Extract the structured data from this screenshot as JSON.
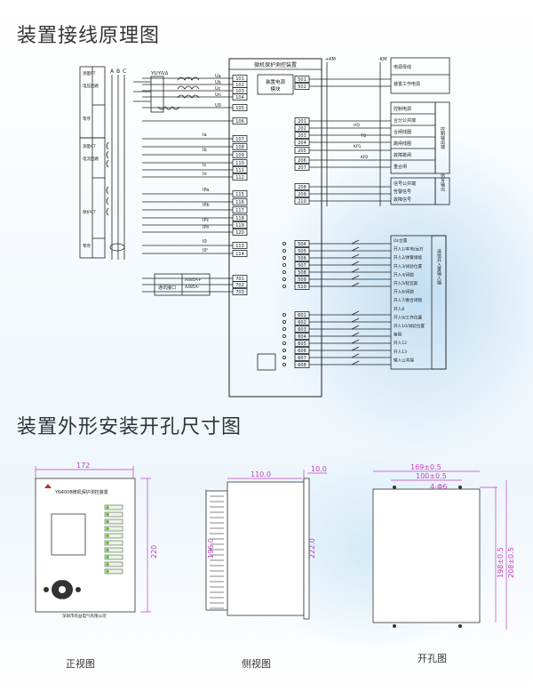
{
  "titles": {
    "wiring": "装置接线原理图",
    "mounting": "装置外形安装开孔尺寸图"
  },
  "wiring": {
    "phases": [
      "A",
      "B",
      "C"
    ],
    "vt_label": "Y0/Y0/Δ",
    "pt_group": [
      "电压回路",
      "测量PT",
      "零序"
    ],
    "ct_group": [
      "电流回路",
      "测量CT",
      "保护CT",
      "零序"
    ],
    "device_title": "微机保护测控装置",
    "power_module": "装置电源模块",
    "comm_port": "通讯接口",
    "rs485": [
      "A485A+",
      "A485A-"
    ],
    "terminals_left": [
      "101",
      "102",
      "103",
      "104",
      "105",
      "106",
      "107",
      "108",
      "109",
      "110",
      "111",
      "112",
      "115",
      "116",
      "117",
      "118",
      "119",
      "120",
      "113",
      "114",
      "701",
      "702",
      "703"
    ],
    "voltage_labels": [
      "Ua",
      "Ub",
      "Uc",
      "Un",
      "U0"
    ],
    "current_labels": [
      "Ia",
      "Ib",
      "Ic",
      "In",
      "IPa",
      "IPb",
      "IPc",
      "IPn",
      "I0",
      "I0'"
    ],
    "terminals_right": [
      "501",
      "502",
      "201",
      "202",
      "203",
      "204",
      "205",
      "206",
      "207",
      "208",
      "209",
      "210",
      "504",
      "505",
      "506",
      "507",
      "508",
      "509",
      "510",
      "601",
      "602",
      "603",
      "604",
      "605",
      "606",
      "607",
      "608"
    ],
    "dc_plus": "+KM",
    "dc_minus": "-KM",
    "power_boxes": [
      "电源母线",
      "装置工作电源"
    ],
    "control_boxes": [
      "控制电源",
      "合分公共端",
      "合闸线圈",
      "跳闸线圈",
      "故障跳闸",
      "重合闸"
    ],
    "control_side": "控制输出端",
    "signal_boxes": [
      "信号公共端",
      "告警信号",
      "故障信号"
    ],
    "signal_side": "信号输出",
    "input_boxes": [
      "DL位置",
      "开入1/本地/远方",
      "开入2/弹簧储能",
      "开入3/试验位置",
      "开入4/闭锁",
      "开入5/轻瓦斯",
      "开入6/闭锁",
      "开入7/重合闭锁",
      "开入8",
      "开入9/工作位置",
      "开入10/试验位置",
      "备用",
      "开入12",
      "开入13",
      "输入公共端"
    ],
    "input_side": "遥信开入量输入端",
    "relay_labels": [
      "HQ",
      "TQ",
      "KP1",
      "KP2"
    ]
  },
  "mounting": {
    "front": {
      "width": "172",
      "height": "220",
      "model": "YN400B微机保护测控装置",
      "company": "深圳市有益电气有限公司",
      "caption": "正视图"
    },
    "side": {
      "depth": "110.0",
      "flange": "10.0",
      "height": "222.0",
      "inner": "196.0",
      "caption": "侧视图"
    },
    "cutout": {
      "w1": "169±0.5",
      "w2": "100±0.5",
      "holes": "4-Φ6",
      "h1": "198±0.5",
      "h2": "208±0.5",
      "caption": "开孔图"
    }
  },
  "colors": {
    "line": "#222222",
    "dim": "#c040c0",
    "led": "#5cc040"
  }
}
